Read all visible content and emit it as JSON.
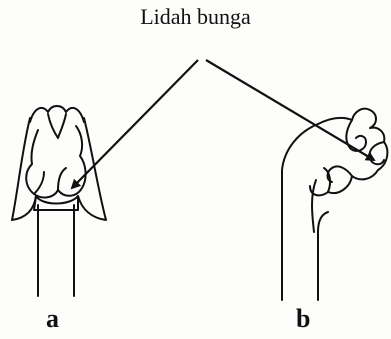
{
  "diagram": {
    "title": "Lidah bunga",
    "labels": {
      "a": "a",
      "b": "b"
    }
  }
}
